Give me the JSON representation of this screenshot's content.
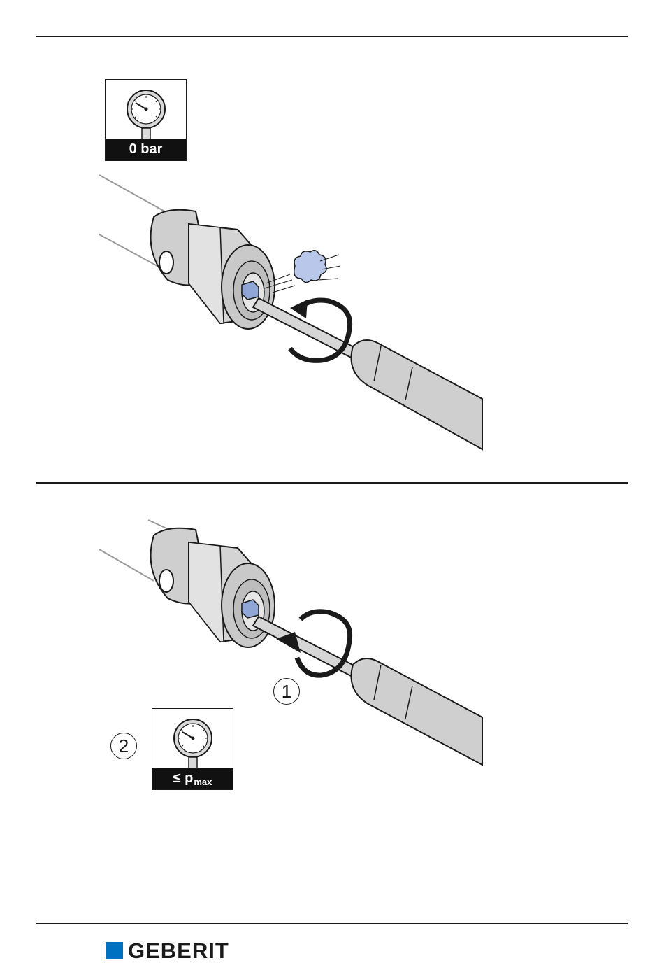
{
  "top_section": {
    "gauge_label": "0 bar"
  },
  "bottom_section": {
    "gauge_label_prefix": "≤ p",
    "gauge_label_sub": "max",
    "step_1": "1",
    "step_2": "2"
  },
  "footer": {
    "brand": "GEBERIT",
    "brand_color": "#0070c0"
  },
  "colors": {
    "valve_blue": "#8fa6d6",
    "air_puff": "#b9c8ea"
  }
}
